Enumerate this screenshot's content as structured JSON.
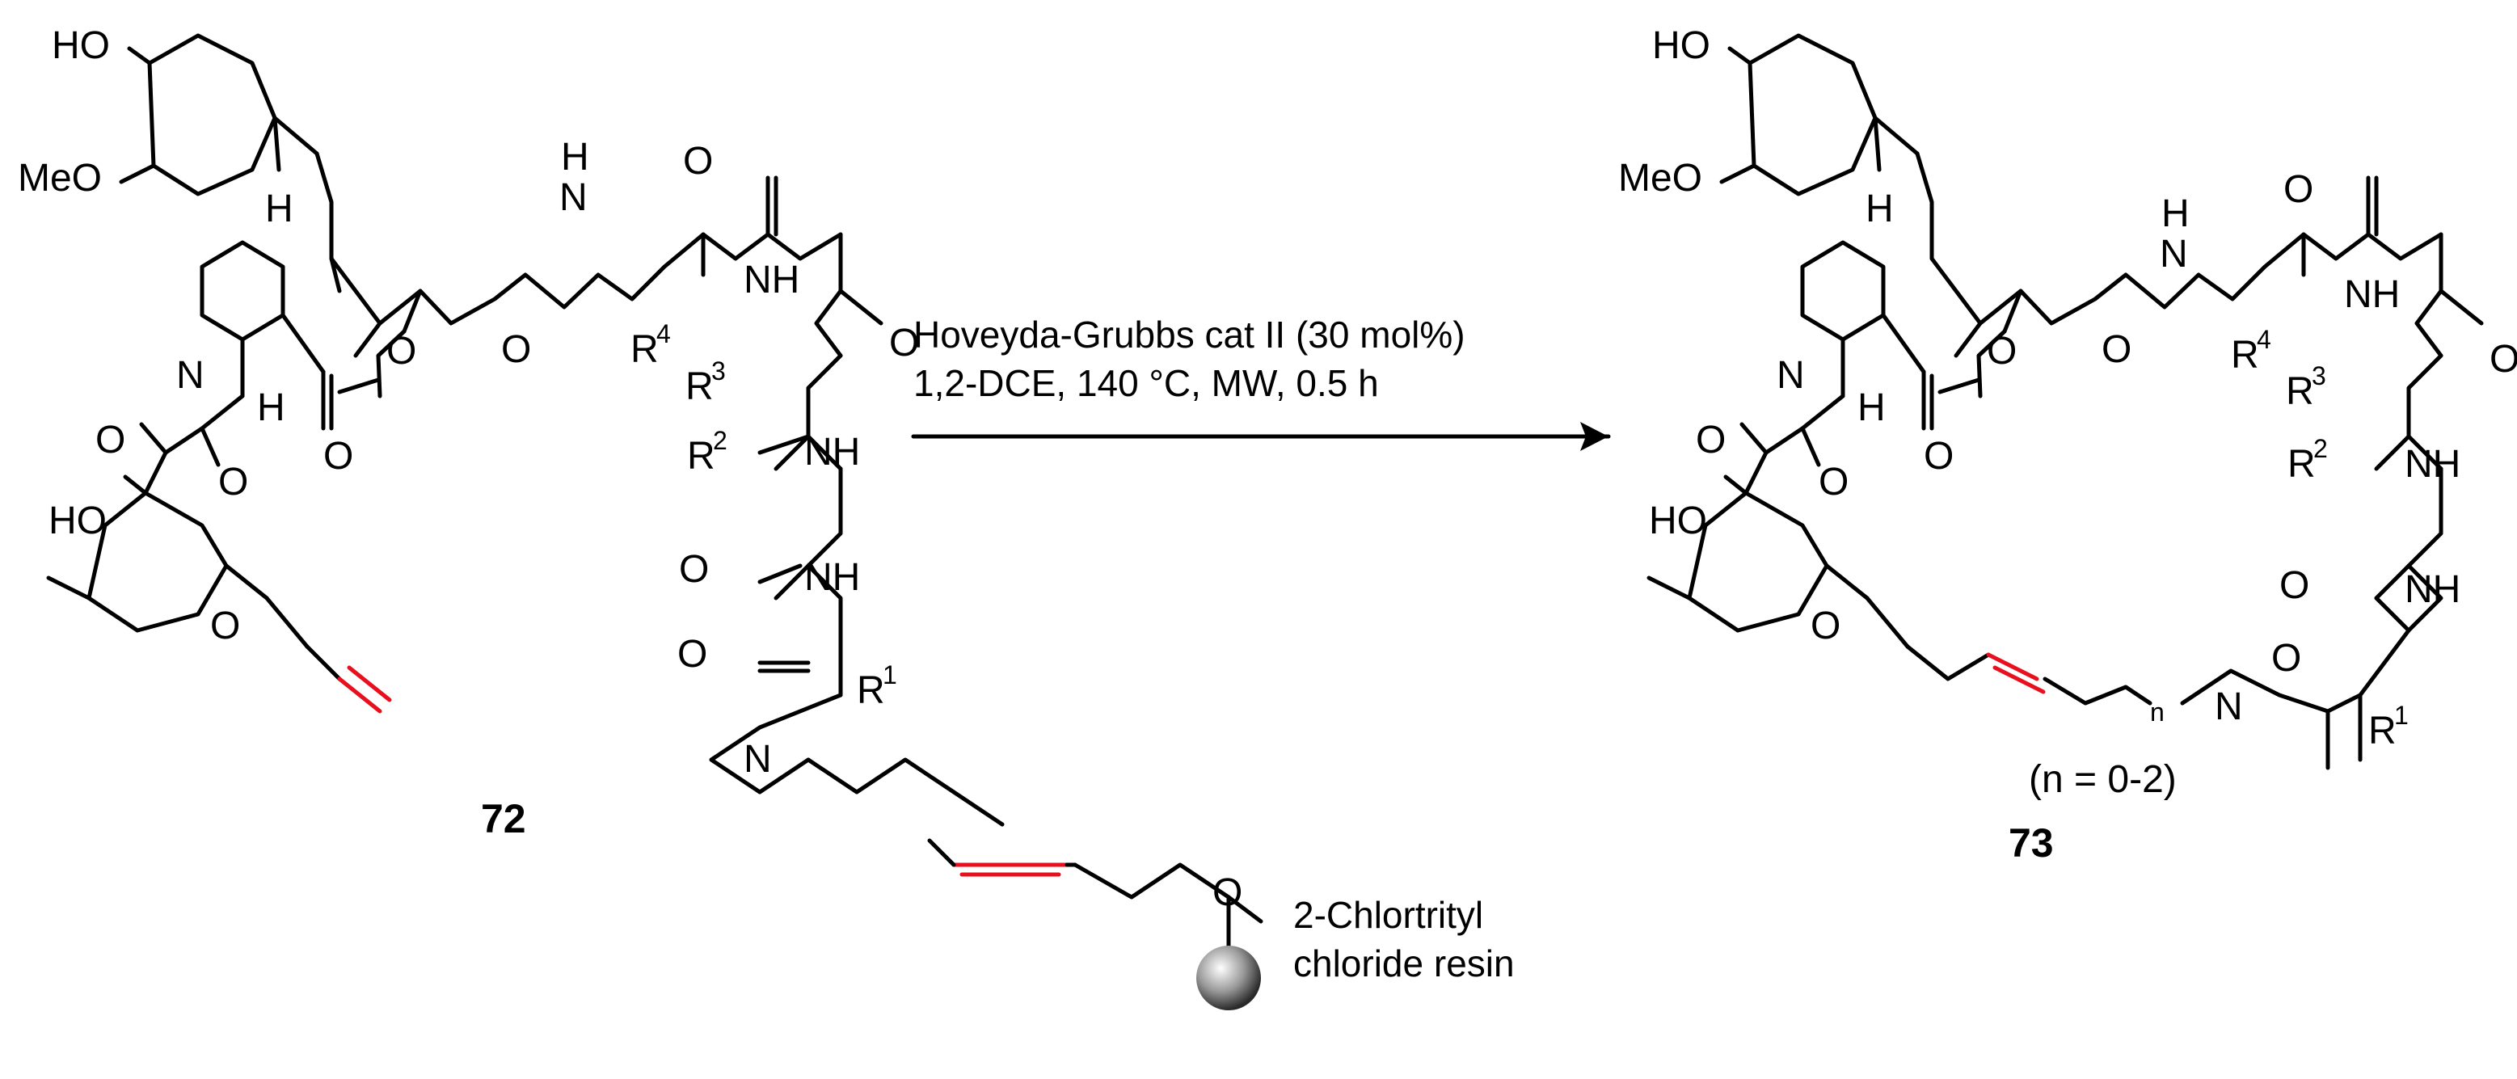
{
  "reaction": {
    "conditions_line1": "Hoveyda-Grubbs cat II (30 mol%)",
    "conditions_line2": "1,2-DCE, 140 °C, MW, 0.5 h"
  },
  "compounds": {
    "reactant_number": "72",
    "product_number": "73",
    "n_range": "(n = 0-2)",
    "resin_line1": "2-Chlortrityl",
    "resin_line2": "chloride resin"
  },
  "atoms": {
    "HO": "HO",
    "MeO": "MeO",
    "H": "H",
    "N": "N",
    "O": "O",
    "NH": "NH",
    "R": "R",
    "n": "n",
    "R1": "1",
    "R2": "2",
    "R3": "3",
    "R4": "4"
  },
  "colors": {
    "ink": "#000000",
    "metathesis_alkene": "#e8101e",
    "resin_bead": "#888888"
  }
}
